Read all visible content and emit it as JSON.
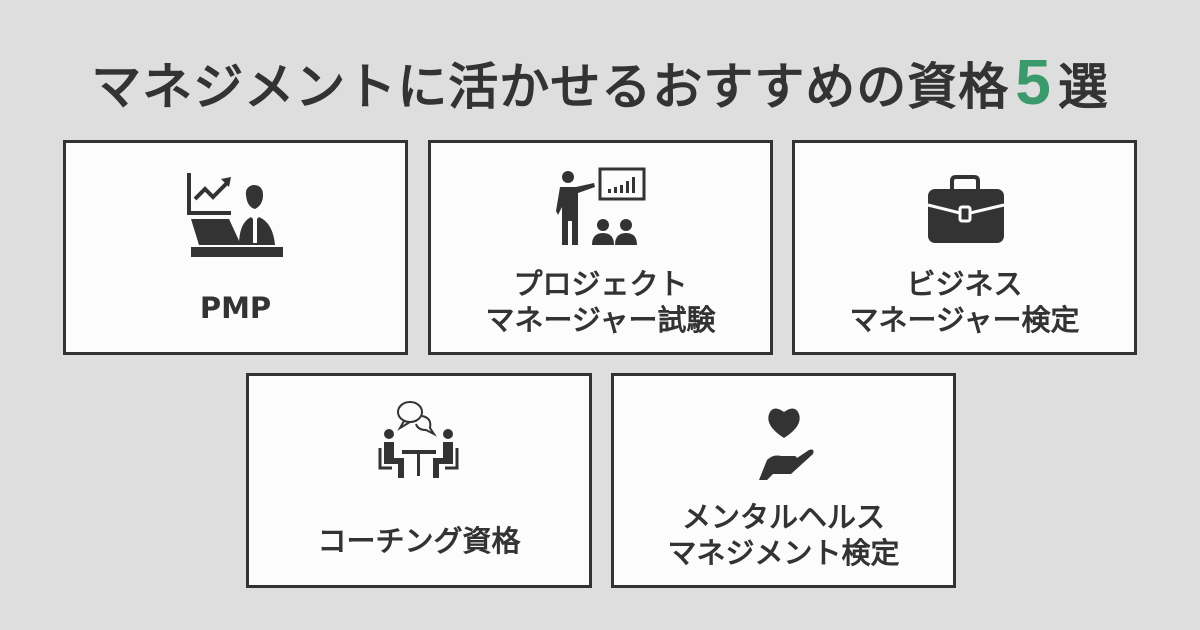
{
  "title": {
    "prefix": "マネジメントに活かせるおすすめの資格",
    "number": "5",
    "suffix": "選",
    "number_color": "#3a9a6c"
  },
  "cards": [
    {
      "icon": "businessman-at-laptop-chart-icon",
      "lines": [
        "PMP"
      ]
    },
    {
      "icon": "presenter-with-chart-audience-icon",
      "lines": [
        "プロジェクト",
        "マネージャー試験"
      ]
    },
    {
      "icon": "briefcase-icon",
      "lines": [
        "ビジネス",
        "マネージャー検定"
      ]
    },
    {
      "icon": "coaching-conversation-icon",
      "lines": [
        "コーチング資格"
      ]
    },
    {
      "icon": "heart-in-hand-icon",
      "lines": [
        "メンタルヘルス",
        "マネジメント検定"
      ]
    }
  ],
  "colors": {
    "background": "#dedede",
    "card": "#fcfcfc",
    "ink": "#333333",
    "accent": "#3a9a6c"
  }
}
